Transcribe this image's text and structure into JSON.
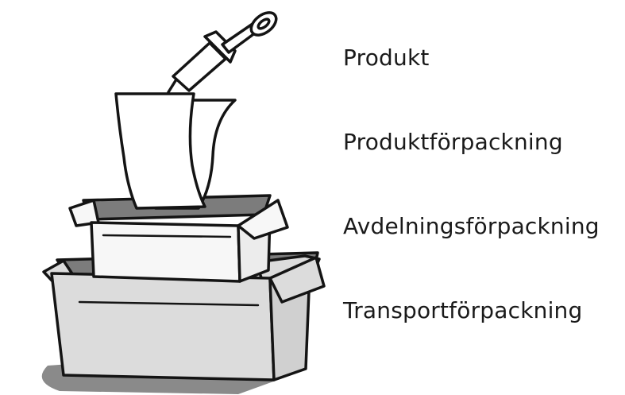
{
  "labels": [
    "Produkt",
    "Produktförpackning",
    "Avdelningsförpackning",
    "Transportförpackning"
  ],
  "colors": {
    "outline": "#141414",
    "box_fill": "#dcdcdc",
    "inner_box_fill": "#f7f7f7",
    "dark_fill": "#7c7c7c",
    "shadow": "#8a8a8a",
    "paper": "#ffffff"
  },
  "icons": [
    "syringe-icon",
    "leaflet-icon",
    "inner-box-icon",
    "transport-box-icon"
  ]
}
